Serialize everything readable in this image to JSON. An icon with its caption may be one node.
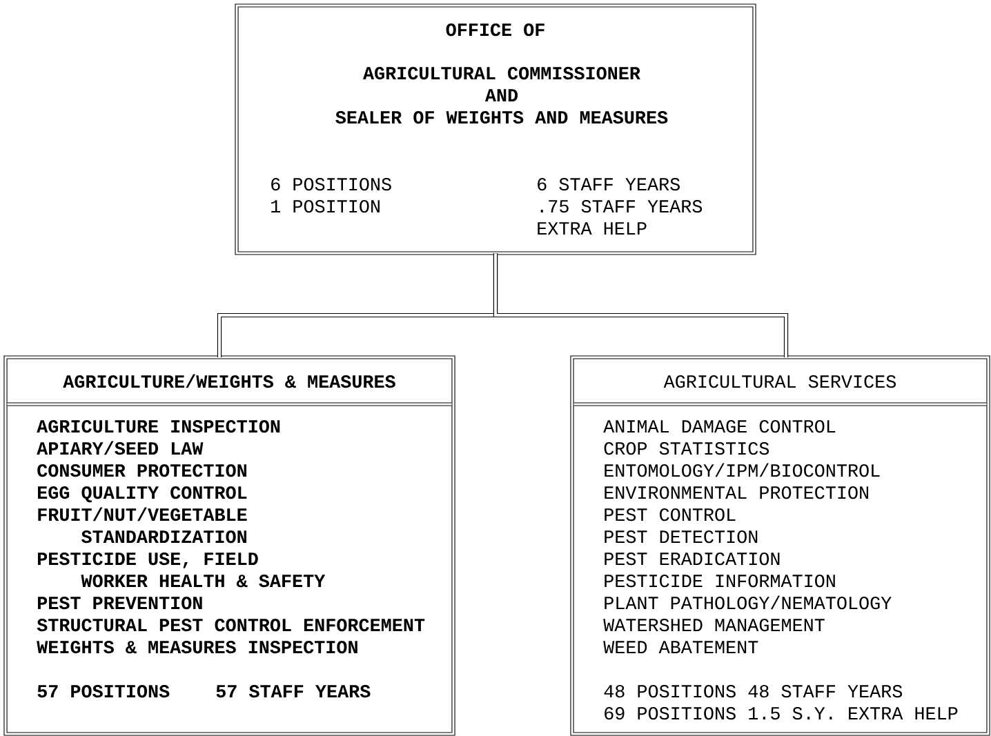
{
  "diagram": {
    "nodes": [
      {
        "text": [
          "OFFICE OF",
          "AGRICULTURAL COMMISSIONER",
          "AND",
          "SEALER OF WEIGHTS AND MEASURES",
          "6 POSITIONS",
          "6 STAFF YEARS",
          "1 POSITION",
          ".75 STAFF YEARS EXTRA HELP"
        ]
      },
      {
        "text": [
          "AGRICULTURE/WEIGHTS & MEASURES",
          "AGRICULTURE INSPECTION",
          "APIARY/SEED LAW",
          "CONSUMER PROTECTION",
          "EGG QUALITY CONTROL",
          "FRUIT/NUT/VEGETABLE STANDARDIZATION",
          "PESTICIDE USE, FIELD WORKER HEALTH & SAFETY",
          "PEST PREVENTION",
          "STRUCTURAL PEST CONTROL ENFORCEMENT",
          "WEIGHTS & MEASURES INSPECTION",
          "57 POSITIONS",
          "57 STAFF YEARS"
        ]
      },
      {
        "text": [
          "AGRICULTURAL SERVICES",
          "ANIMAL DAMAGE CONTROL",
          "CROP STATISTICS",
          "ENTOMOLOGY/IPM/BIOCONTROL",
          "ENVIRONMENTAL PROTECTION",
          "PEST CONTROL",
          "PEST DETECTION",
          "PEST ERADICATION",
          "PESTICIDE INFORMATION",
          "PLANT PATHOLOGY/NEMATOLOGY",
          "WATERSHED MANAGEMENT",
          "WEED ABATEMENT",
          "48 POSITIONS 48 STAFF YEARS",
          "69 POSITIONS 1.5 S.Y. EXTRA HELP"
        ]
      }
    ],
    "edges": [
      {
        "from": 0,
        "to": 1,
        "arrow": "none"
      },
      {
        "from": 0,
        "to": 2,
        "arrow": "none"
      }
    ]
  }
}
